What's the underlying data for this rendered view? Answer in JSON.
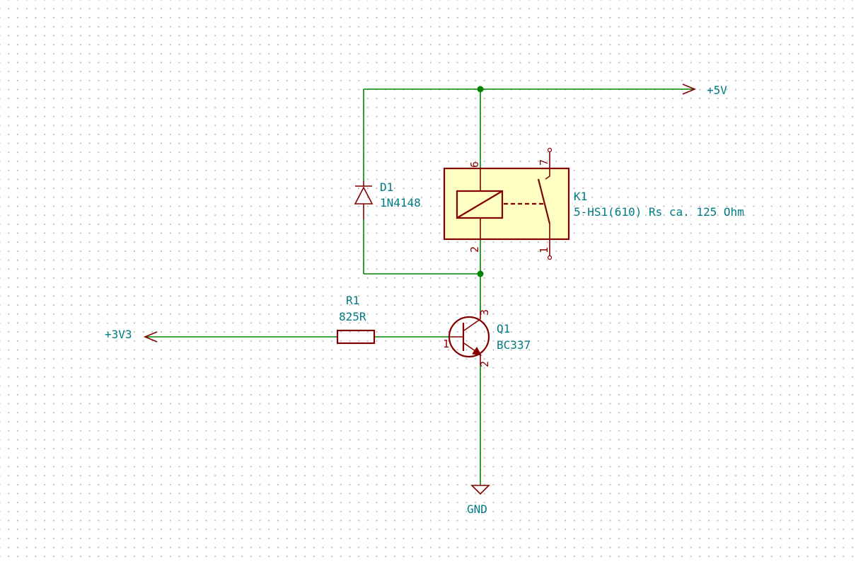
{
  "power": {
    "vcc_label": "+5V",
    "input_label": "+3V3",
    "ground_label": "GND"
  },
  "components": {
    "diode": {
      "ref": "D1",
      "value": "1N4148"
    },
    "relay": {
      "ref": "K1",
      "value": "5-HS1(610) Rs ca. 125 Ohm",
      "pins": {
        "coil_top": "6",
        "coil_bottom": "2",
        "contact_top": "7",
        "contact_bottom": "1"
      }
    },
    "resistor": {
      "ref": "R1",
      "value": "825R"
    },
    "transistor": {
      "ref": "Q1",
      "value": "BC337",
      "pins": {
        "base": "1",
        "collector": "3",
        "emitter": "2"
      }
    }
  },
  "colors": {
    "wire": "#008400",
    "component": "#840000",
    "label": "#007b84",
    "relay_fill": "#ffffc2"
  }
}
